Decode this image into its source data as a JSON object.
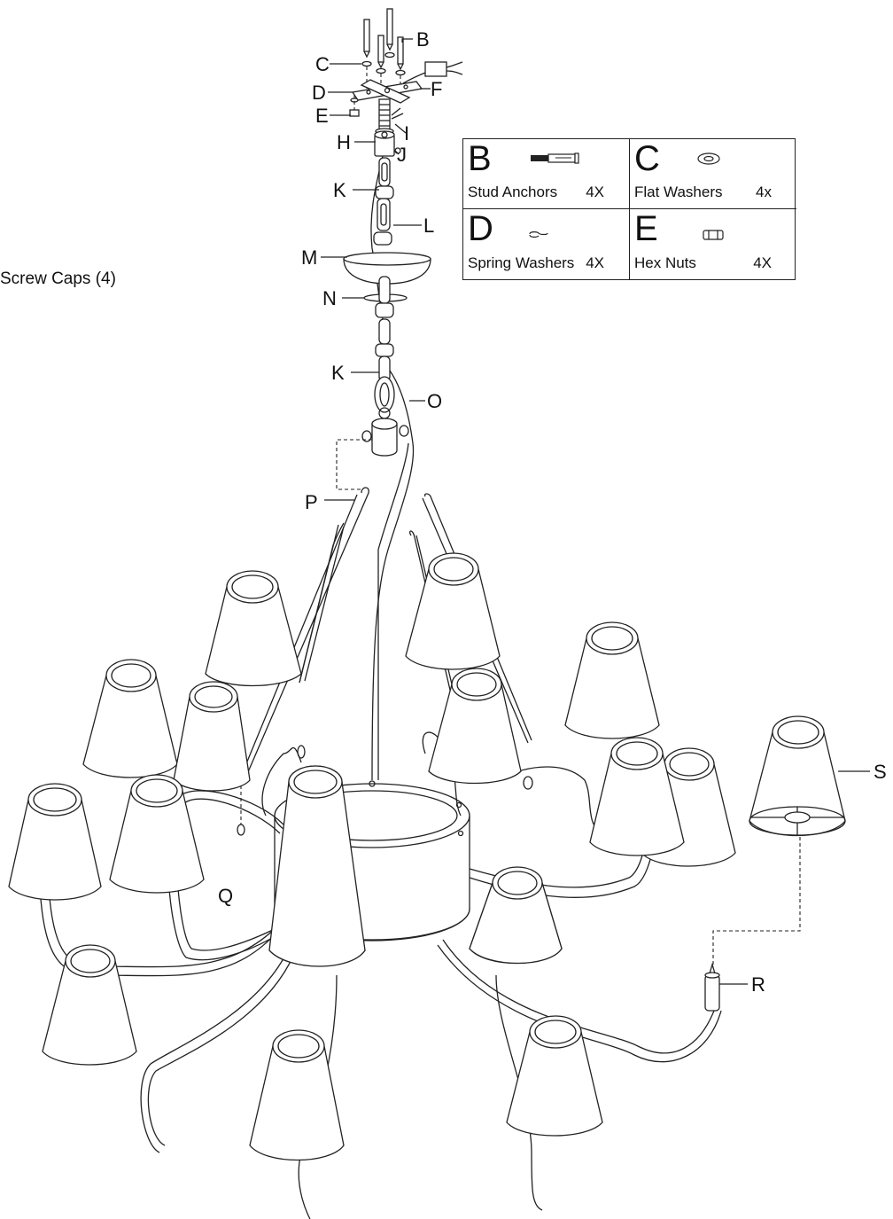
{
  "note": "Screw Caps (4)",
  "callouts": {
    "B": "B",
    "C": "C",
    "D": "D",
    "E": "E",
    "F": "F",
    "H": "H",
    "I": "I",
    "J": "J",
    "K_upper": "K",
    "K_lower": "K",
    "L": "L",
    "M": "M",
    "N": "N",
    "O": "O",
    "P": "P",
    "Q": "Q",
    "R": "R",
    "S": "S"
  },
  "parts_table": [
    {
      "letter": "B",
      "name": "Stud Anchors",
      "qty": "4X",
      "icon": "stud-anchor-icon"
    },
    {
      "letter": "C",
      "name": "Flat Washers",
      "qty": "4x",
      "icon": "flat-washer-icon"
    },
    {
      "letter": "D",
      "name": "Spring Washers",
      "qty": "4X",
      "icon": "spring-washer-icon"
    },
    {
      "letter": "E",
      "name": "Hex Nuts",
      "qty": "4X",
      "icon": "hex-nut-icon"
    }
  ]
}
